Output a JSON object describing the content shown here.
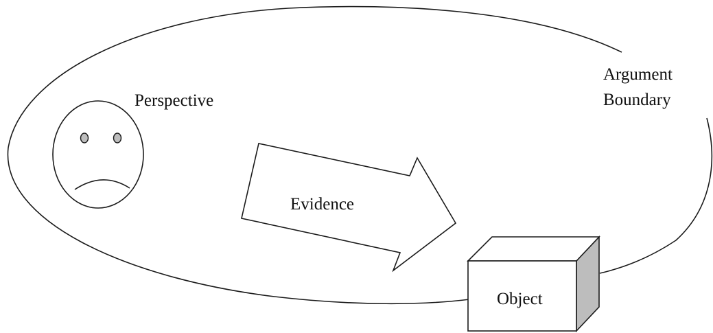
{
  "diagram": {
    "labels": {
      "perspective": "Perspective",
      "argument_line1": "Argument",
      "argument_line2": "Boundary",
      "evidence": "Evidence",
      "object": "Object"
    },
    "icons": {
      "perspective": "sad-face-icon",
      "object": "cube-icon"
    },
    "colors": {
      "stroke": "#1a1a1a",
      "shaded_face": "#bdbdbd",
      "background": "#ffffff"
    }
  }
}
